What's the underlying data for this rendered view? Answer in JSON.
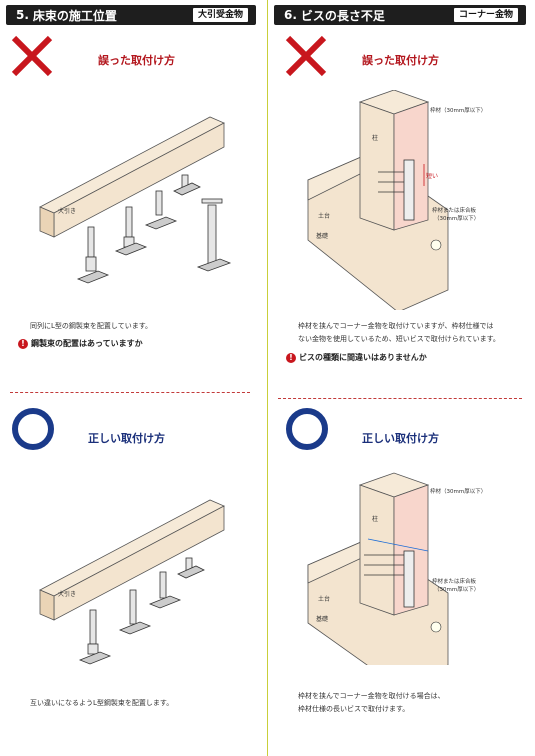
{
  "left": {
    "header": {
      "number": "5.",
      "title": "床束の施工位置",
      "badge": "大引受金物"
    },
    "wrong": {
      "heading": "誤った取付け方",
      "beam_label": "大引き",
      "description": "同列にL型の鋼製束を配置しています。",
      "warning": "鋼製束の配置はあっていますか"
    },
    "right": {
      "heading": "正しい取付け方",
      "beam_label": "大引き",
      "description": "互い違いになるようL型鋼製束を配置します。"
    }
  },
  "right": {
    "header": {
      "number": "6.",
      "title": "ビスの長さ不足",
      "badge": "コーナー金物"
    },
    "wrong": {
      "heading": "誤った取付け方",
      "labels": {
        "frame": "枠材（30mm厚以下）",
        "pillar": "柱",
        "short": "短い",
        "frame_or_board": "枠材または床合板",
        "frame_or_board_sub": "（30mm厚以下）",
        "sill": "土台",
        "foundation": "基礎"
      },
      "description_lines": [
        "枠材を挟んでコーナー金物を取付けていますが、枠材仕様では",
        "ない金物を使用しているため、短いビスで取付けられています。"
      ],
      "warning": "ビスの種類に間違いはありませんか"
    },
    "right": {
      "heading": "正しい取付け方",
      "labels": {
        "frame": "枠材（30mm厚以下）",
        "pillar": "柱",
        "frame_or_board": "枠材または床合板",
        "frame_or_board_sub": "（30mm厚以下）",
        "sill": "土台",
        "foundation": "基礎"
      },
      "description_lines": [
        "枠材を挟んでコーナー金物を取付ける場合は、",
        "枠材仕様の長いビスで取付けます。"
      ]
    }
  },
  "colors": {
    "wrong": "#b3161d",
    "correct": "#1a2f7a",
    "divider": "#c9cf3a",
    "wood": "#f3e4cf"
  }
}
